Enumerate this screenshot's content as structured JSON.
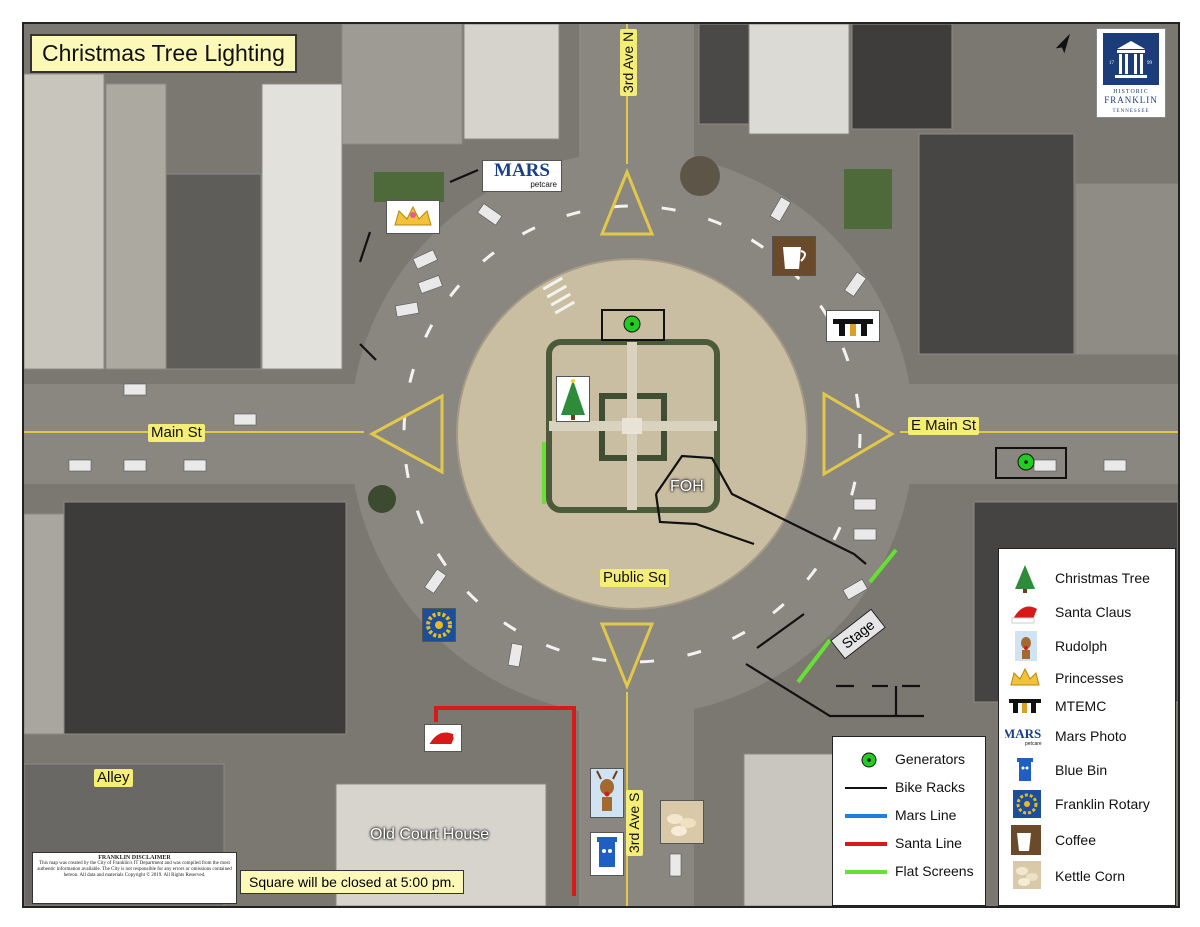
{
  "title": "Christmas Tree Lighting",
  "streets": {
    "main_st": "Main St",
    "e_main_st": "E Main St",
    "third_ave_n": "3rd Ave N",
    "third_ave_s": "3rd Ave S",
    "public_sq": "Public Sq",
    "alley": "Alley"
  },
  "map_labels": {
    "foh": "FOH",
    "stage": "Stage",
    "old_court_house": "Old Court House"
  },
  "closure_notice": "Square will be closed at 5:00 pm.",
  "logo": {
    "line1": "HISTORIC",
    "line2": "FRANKLIN",
    "line3": "TENNESSEE",
    "year_left": "17",
    "year_right": "99"
  },
  "mars_sign": {
    "brand": "MARS",
    "sub": "petcare"
  },
  "disclaimer": {
    "heading": "FRANKLIN DISCLAIMER",
    "body": "This map was created by the City of Franklin's IT Department and was compiled from the most authentic information available. The City is not responsible for any errors or omissions contained hereon. All data and materials Copyright © 2019. All Rights Reserved."
  },
  "legend_lines": [
    {
      "label": "Generators",
      "symbol": "generator",
      "color": "#22cc22"
    },
    {
      "label": "Bike Racks",
      "symbol": "line",
      "color": "#111111"
    },
    {
      "label": "Mars Line",
      "symbol": "line",
      "color": "#1e7fdc"
    },
    {
      "label": "Santa Line",
      "symbol": "line",
      "color": "#d61a1a"
    },
    {
      "label": "Flat Screens",
      "symbol": "line",
      "color": "#66e033"
    }
  ],
  "legend_icons": [
    {
      "label": "Christmas Tree",
      "icon": "christmas-tree-icon"
    },
    {
      "label": "Santa Claus",
      "icon": "santa-hat-icon"
    },
    {
      "label": "Rudolph",
      "icon": "reindeer-icon"
    },
    {
      "label": "Princesses",
      "icon": "tiara-icon"
    },
    {
      "label": "MTEMC",
      "icon": "mtemc-icon"
    },
    {
      "label": "Mars Photo",
      "icon": "mars-logo-icon"
    },
    {
      "label": "Blue Bin",
      "icon": "blue-bin-icon"
    },
    {
      "label": "Franklin Rotary",
      "icon": "rotary-wheel-icon"
    },
    {
      "label": "Coffee",
      "icon": "coffee-cup-icon"
    },
    {
      "label": "Kettle Corn",
      "icon": "kettle-corn-icon"
    }
  ],
  "colors": {
    "street_label_bg": "#f4ee76",
    "title_bg": "#fbf8b8",
    "santa_line": "#d61a1a",
    "flat_screen": "#66e033",
    "generator": "#22cc22"
  }
}
